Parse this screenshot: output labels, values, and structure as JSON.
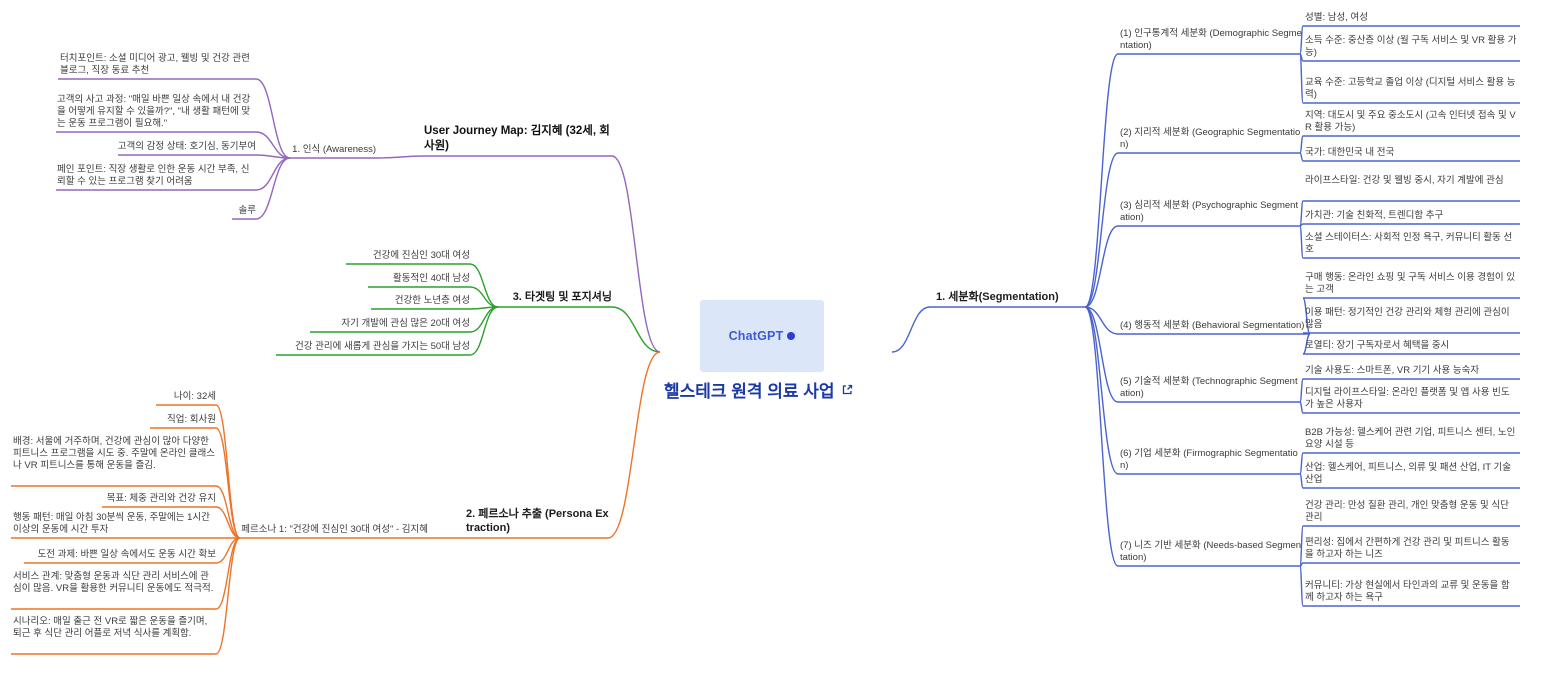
{
  "colors": {
    "purple": "#9467bd",
    "green": "#2ca02c",
    "orange": "#ec752b",
    "blue": "#4a63cf",
    "title_blue": "#1b3aa6",
    "chatgpt_bg": "#dbe7f8",
    "chatgpt_text": "#3b5bd7"
  },
  "center": {
    "brand": "ChatGPT",
    "title": "헬스테크 원격 의료 사업"
  },
  "journey": {
    "label": "User Journey Map: 김지혜 (32세, 회사원)",
    "awareness": {
      "label": "1. 인식 (Awareness)",
      "items": [
        "터치포인트: 소셜 미디어 광고, 웰빙 및 건강 관련 블로그, 직장 동료 추천",
        "고객의 사고 과정: \"매일 바쁜 일상 속에서 내 건강을 어떻게 유지할 수 있을까?\", \"내 생활 패턴에 맞는 운동 프로그램이 필요해.\"",
        "고객의 감정 상태: 호기심, 동기부여",
        "페인 포인트: 직장 생활로 인한 운동 시간 부족, 신뢰할 수 있는 프로그램 찾기 어려움",
        "솔루"
      ]
    }
  },
  "targeting": {
    "label": "3. 타겟팅 및 포지셔닝",
    "items": [
      "건강에 진심인 30대 여성",
      "활동적인 40대 남성",
      "건강한 노년층 여성",
      "자기 개발에 관심 많은 20대 여성",
      "건강 관리에 새롭게 관심을 가지는 50대 남성"
    ]
  },
  "persona": {
    "label": "2. 페르소나 추출 (Persona Extraction)",
    "persona1": {
      "label": "페르소나 1: \"건강에 진심인 30대 여성\" - 김지혜",
      "items": [
        "나이: 32세",
        "직업: 회사원",
        "배경: 서울에 거주하며, 건강에 관심이 많아 다양한 피트니스 프로그램을 시도 중. 주말에 온라인 클래스나 VR 피트니스를 통해 운동을 즐김.",
        "목표: 체중 관리와 건강 유지",
        "행동 패턴: 매일 아침 30분씩 운동, 주말에는 1시간 이상의 운동에 시간 투자",
        "도전 과제: 바쁜 일상 속에서도 운동 시간 확보",
        "서비스 관계: 맞춤형 운동과 식단 관리 서비스에 관심이 많음. VR을 활용한 커뮤니티 운동에도 적극적.",
        "시나리오: 매일 출근 전 VR로 짧은 운동을 즐기며, 퇴근 후 식단 관리 어플로 저녁 식사를 계획함."
      ]
    }
  },
  "segmentation": {
    "label": "1. 세분화(Segmentation)",
    "groups": [
      {
        "label": "(1) 인구통계적 세분화 (Demographic Segmentation)",
        "items": [
          "성별: 남성, 여성",
          "소득 수준: 중산층 이상 (월 구독 서비스 및 VR 활용 가능)",
          "교육 수준: 고등학교 졸업 이상 (디지털 서비스 활용 능력)"
        ]
      },
      {
        "label": "(2) 지리적 세분화 (Geographic Segmentation)",
        "items": [
          "지역: 대도시 및 주요 중소도시 (고속 인터넷 접속 및 VR 활용 가능)",
          "국가: 대한민국 내 전국"
        ]
      },
      {
        "label": "(3) 심리적 세분화 (Psychographic Segmentation)",
        "items": [
          "라이프스타일: 건강 및 웰빙 중시, 자기 계발에 관심",
          "가치관: 기술 친화적, 트렌디함 추구",
          "소셜 스테이터스: 사회적 인정 욕구, 커뮤니티 활동 선호"
        ]
      },
      {
        "label": "(4) 행동적 세분화 (Behavioral Segmentation)",
        "items": [
          "구매 행동: 온라인 쇼핑 및 구독 서비스 이용 경험이 있는 고객",
          "이용 패턴: 정기적인 건강 관리와 체형 관리에 관심이 많음",
          "로열티: 장기 구독자로서 혜택을 중시"
        ]
      },
      {
        "label": "(5) 기술적 세분화 (Technographic Segmentation)",
        "items": [
          "기술 사용도: 스마트폰, VR 기기 사용 능숙자",
          "디지털 라이프스타일: 온라인 플랫폼 및 앱 사용 빈도가 높은 사용자"
        ]
      },
      {
        "label": "(6) 기업 세분화 (Firmographic Segmentation)",
        "items": [
          "B2B 가능성: 헬스케어 관련 기업, 피트니스 센터, 노인 요양 시설 등",
          "산업: 헬스케어, 피트니스, 의류 및 패션 산업, IT 기술 산업"
        ]
      },
      {
        "label": "(7) 니즈 기반 세분화 (Needs-based Segmentation)",
        "items": [
          "건강 관리: 만성 질환 관리, 개인 맞춤형 운동 및 식단 관리",
          "편리성: 집에서 간편하게 건강 관리 및 피트니스 활동을 하고자 하는 니즈",
          "커뮤니티: 가상 현실에서 타인과의 교류 및 운동을 함께 하고자 하는 욕구"
        ]
      }
    ]
  }
}
